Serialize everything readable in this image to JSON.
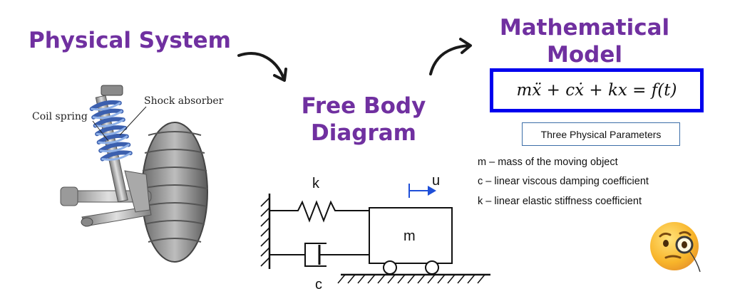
{
  "headings": {
    "physical_system": "Physical System",
    "free_body_diagram": "Free Body Diagram",
    "mathematical_model": "Mathematical Model"
  },
  "equation": "mẍ + cẋ + kx = f(t)",
  "params_box": "Three Physical Parameters",
  "params": {
    "m": "m – mass of the moving object",
    "c": "c – linear viscous damping coefficient",
    "k": "k – linear elastic stiffness coefficient"
  },
  "suspension_labels": {
    "coil_spring": "Coil spring",
    "shock_absorber": "Shock absorber"
  },
  "fbd_labels": {
    "k": "k",
    "c": "c",
    "m": "m",
    "u": "u"
  },
  "colors": {
    "heading": "#7030a0",
    "equation_border": "#0000ee",
    "params_border": "#3c6ea8"
  },
  "icons": [
    "curved-arrow-icon",
    "monocle-face-emoji"
  ]
}
